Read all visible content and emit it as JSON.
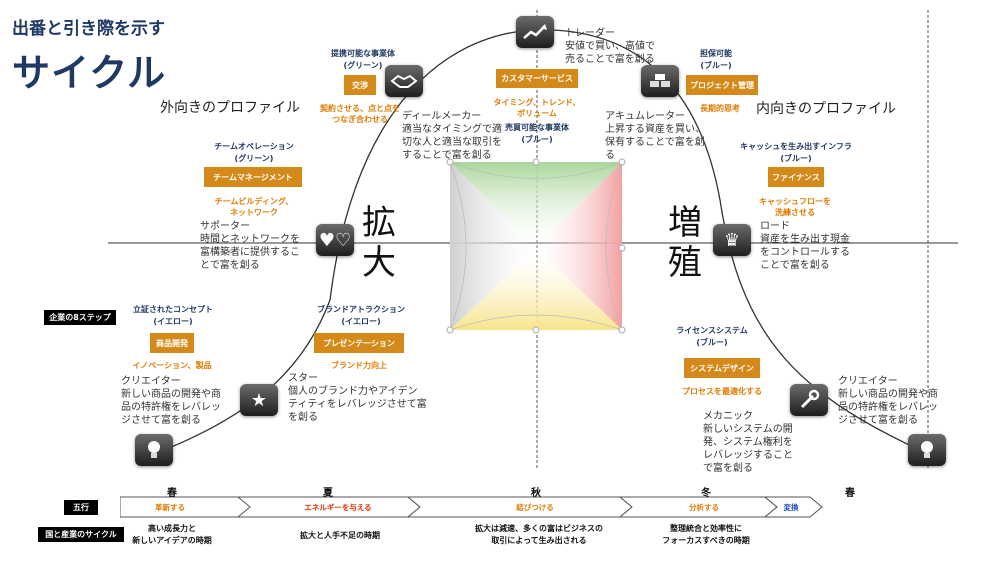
{
  "title_small": "出番と引き際を示す",
  "title_large": "サイクル",
  "profile_left": "外向きのプロファイル",
  "profile_right": "内向きのプロファイル",
  "kanji_left": [
    "拡",
    "大"
  ],
  "kanji_right": [
    "増",
    "殖"
  ],
  "labels": {
    "steps": "企業の8ステップ",
    "gogyo": "五行",
    "cycle": "国と産業のサイクル"
  },
  "nodes": {
    "negotiation": {
      "cap1": "提携可能な事業体",
      "cap2": "(グリーン)",
      "box": "交渉",
      "sub1": "契約させる、点と点を",
      "sub2": "つなぎ合わせる"
    },
    "customer": {
      "box": "カスタマーサービス",
      "sub1": "タイミング、トレンド、",
      "sub2": "ボリューム",
      "cap1": "売買可能な事業体",
      "cap2": "(ブルー)"
    },
    "project": {
      "cap1": "担保可能",
      "cap2": "(ブルー)",
      "box": "プロジェクト管理",
      "sub1": "長期的思考"
    },
    "team": {
      "cap1": "チームオペレーション",
      "cap2": "(グリーン)",
      "box": "チームマネージメント",
      "sub1": "チームビルディング、",
      "sub2": "ネットワーク"
    },
    "finance": {
      "cap1": "キャッシュを生み出すインフラ",
      "cap2": "(ブルー)",
      "box": "ファイナンス",
      "sub1": "キャッシュフローを",
      "sub2": "洗練させる"
    },
    "product": {
      "cap1": "立証されたコンセプト",
      "cap2": "(イエロー)",
      "box": "商品開発",
      "sub1": "イノベーション、製品"
    },
    "brand": {
      "cap1": "ブランドアトラクション",
      "cap2": "(イエロー)",
      "box": "プレゼンテーション",
      "sub1": "ブランド力向上"
    },
    "system": {
      "cap1": "ライセンスシステム",
      "cap2": "(ブルー)",
      "box": "システムデザイン",
      "sub1": "プロセスを最適化する"
    }
  },
  "descs": {
    "trader": [
      "トレーダー",
      "安値で買い、高値で",
      "売ることで富を創る"
    ],
    "dealmaker": [
      "ディールメーカー",
      "適当なタイミングで適",
      "切な人と適当な取引を",
      "することで富を創る"
    ],
    "accumulator": [
      "アキュムレーター",
      "上昇する資産を買い、",
      "保有することで富を創",
      "る"
    ],
    "supporter": [
      "サポーター",
      "時間とネットワークを",
      "富構築者に提供するこ",
      "とで富を創る"
    ],
    "lord": [
      "ロード",
      "資産を生み出す現金",
      "をコントロールする",
      "ことで富を創る"
    ],
    "creator_left": [
      "クリエイター",
      "新しい商品の開発や商",
      "品の特許権をレバレッ",
      "ジさせて富を創る"
    ],
    "star": [
      "スター",
      "個人のブランド力やアイデン",
      "ティティをレバレッジさせて富",
      "を創る"
    ],
    "mechanic": [
      "メカニック",
      "新しいシステムの開",
      "発、システム権利を",
      "レバレッジすること",
      "で富を創る"
    ],
    "creator_right": [
      "クリエイター",
      "新しい商品の開発や商",
      "品の特許権をレバレッ",
      "ジさせて富を創る"
    ]
  },
  "icons": {
    "chart": "upward-chart",
    "handshake": "handshake",
    "gold": "gold-bars",
    "hearts": "hearts",
    "crown": "crown",
    "star": "star",
    "wrench": "wrench",
    "bulb_left": "light-bulb",
    "bulb_right": "light-bulb"
  },
  "seasons": [
    "春",
    "夏",
    "秋",
    "冬",
    "春"
  ],
  "elements": [
    {
      "label": "革新する",
      "color": "#e07b00"
    },
    {
      "label": "エネルギーを与える",
      "color": "#e03000"
    },
    {
      "label": "結びつける",
      "color": "#e07b00"
    },
    {
      "label": "分析する",
      "color": "#e07b00"
    },
    {
      "label": "変換",
      "color": "#2050c0"
    }
  ],
  "cycle_notes": [
    [
      "高い成長力と",
      "新しいアイデアの時期"
    ],
    [
      "拡大と人手不足の時期"
    ],
    [
      "拡大は減速、多くの富はビジネスの",
      "取引によって生み出される"
    ],
    [
      "整理統合と効率性に",
      "フォーカスすべきの時期"
    ]
  ],
  "quadrant_colors": {
    "green": "#b7d9a8",
    "red": "#f0a8a8",
    "yellow": "#f5e79a",
    "gray": "#d9d9d9",
    "orange": "#d48a1a",
    "navy": "#1f3864"
  }
}
